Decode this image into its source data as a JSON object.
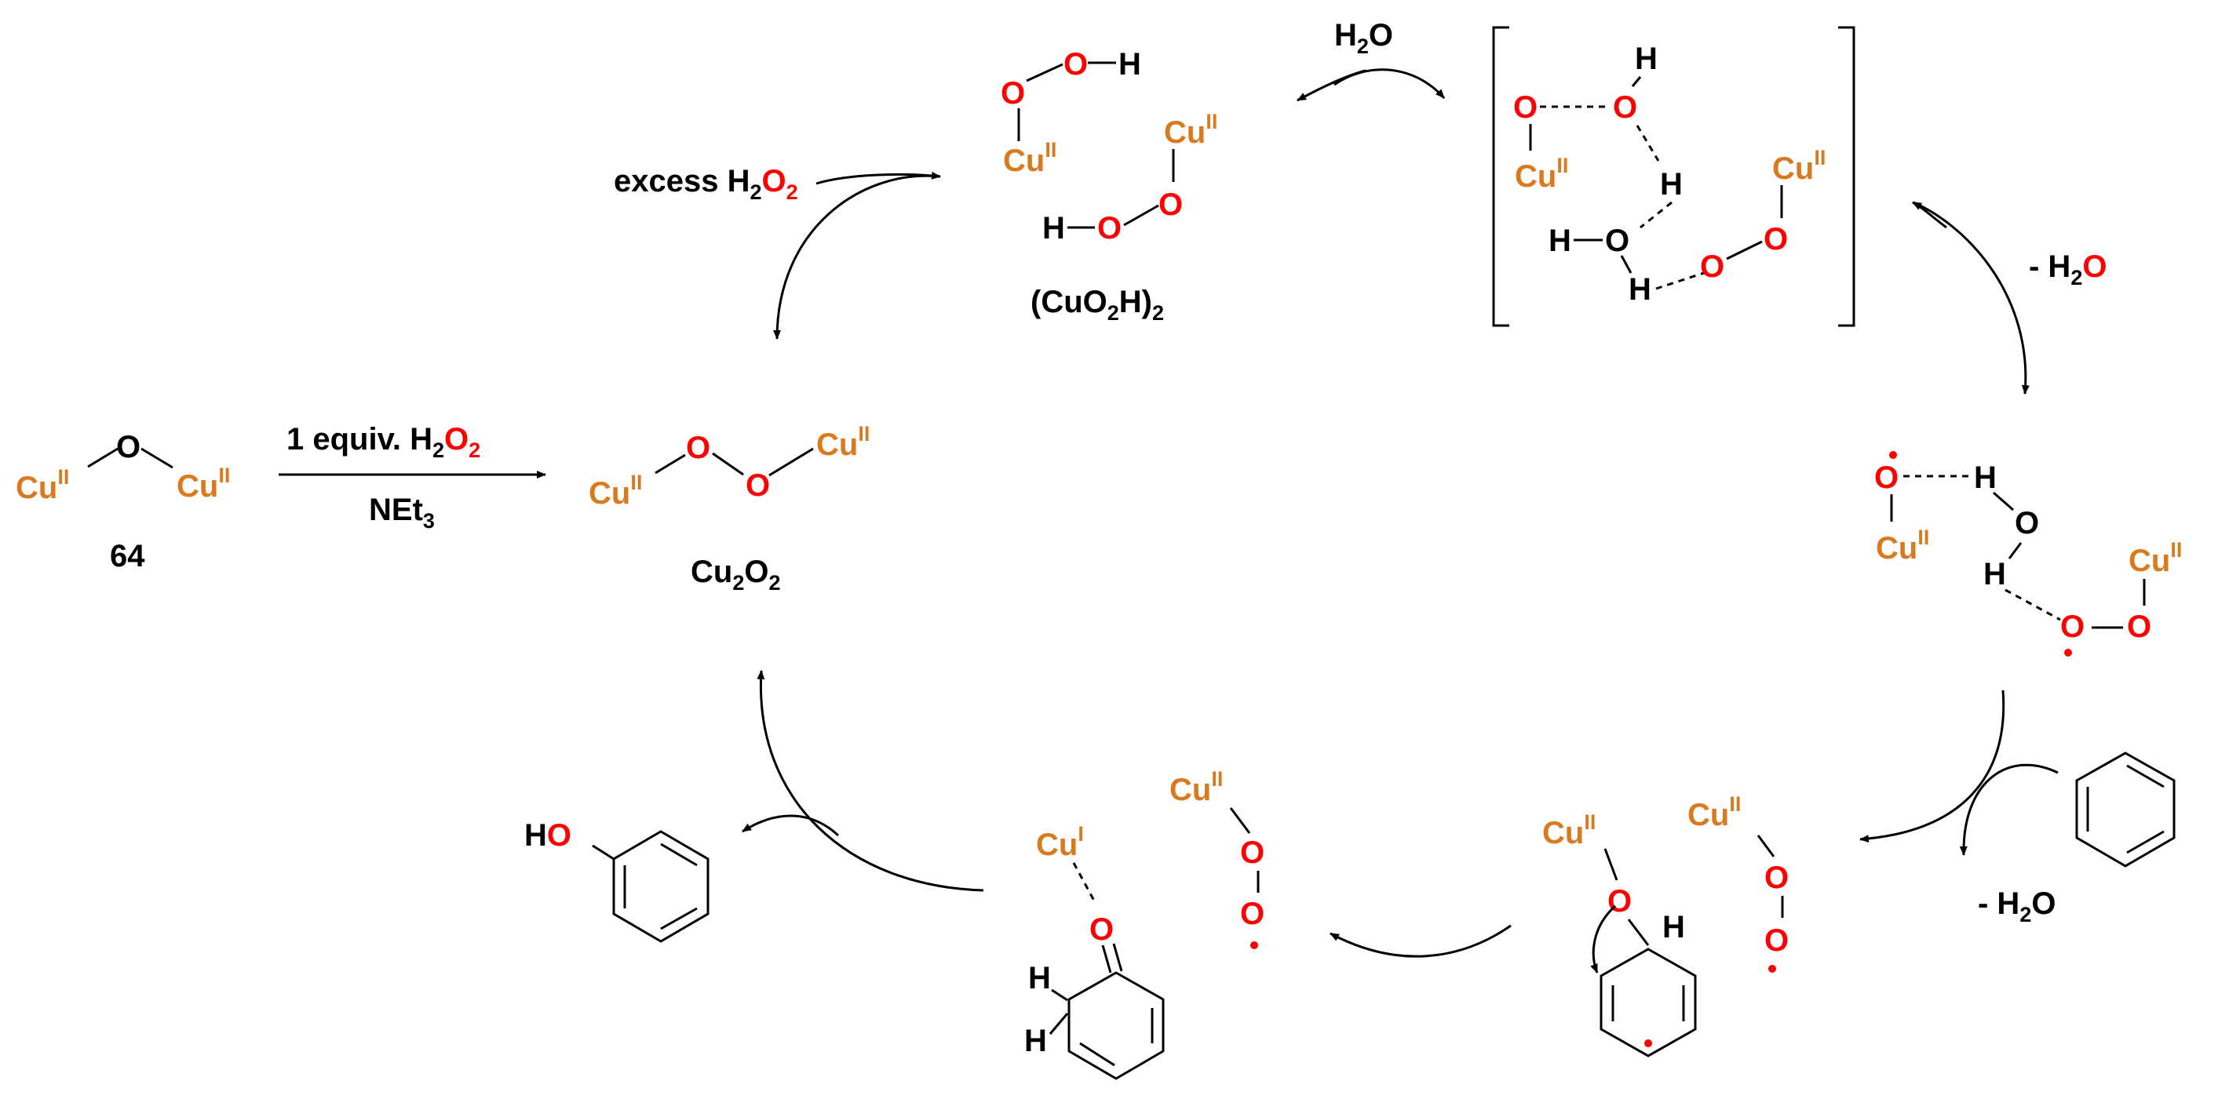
{
  "atoms": {
    "cu": "Cu",
    "o": "O",
    "h": "H",
    "ox_II": "II",
    "ox_I": "I",
    "ho": "HO",
    "o_bk": "O"
  },
  "compounds": {
    "start_number": "64",
    "cu2o2_main": "Cu",
    "cu2o2_sub1": "2",
    "cu2o2_o": "O",
    "cu2o2_sub2": "2",
    "cuo2h2_open": "(CuO",
    "cuo2h2_sub1": "2",
    "cuo2h2_h": "H)",
    "cuo2h2_sub2": "2"
  },
  "reagents": {
    "equiv_text": "1 equiv. H",
    "equiv_sub": "2",
    "equiv_o": "O",
    "equiv_o_sub": "2",
    "base_text": "NEt",
    "base_sub": "3",
    "excess_text": "excess H",
    "excess_sub": "2",
    "excess_o": "O",
    "excess_o_sub": "2",
    "water_h": "H",
    "water_sub": "2",
    "water_o": "O",
    "loss_water_text": "- H",
    "loss_water_sub": "2",
    "loss_water_o": "O"
  },
  "colors": {
    "copper": "#d97a1f",
    "oxygen": "#ff0000",
    "bonds": "#000000"
  }
}
